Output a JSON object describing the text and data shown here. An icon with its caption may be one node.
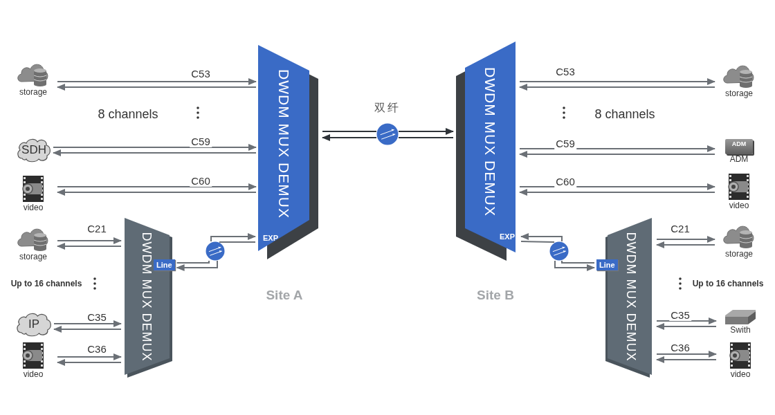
{
  "diagram": {
    "nodes": [
      {
        "text": [
          "DWDM MUX DEMUX"
        ]
      },
      {
        "text": [
          "EXP"
        ],
        "in": 0
      },
      {
        "text": [
          "DWDM MUX DEMUX"
        ]
      },
      {
        "text": [
          "EXP"
        ],
        "in": 2
      },
      {
        "text": [],
        "shape": "circle",
        "beside": [
          "双纤"
        ]
      },
      {
        "text": [
          "storage"
        ]
      },
      {
        "text": [
          "SDH"
        ]
      },
      {
        "text": [
          "video"
        ]
      },
      {
        "text": [
          "DWDM MUX DEMUX"
        ]
      },
      {
        "text": [
          "Line"
        ]
      },
      {
        "text": [],
        "shape": "circle"
      },
      {
        "text": [
          "storage"
        ]
      },
      {
        "text": [
          "IP"
        ]
      },
      {
        "text": [
          "video"
        ]
      },
      {
        "text": [
          "storage"
        ]
      },
      {
        "text": [
          "ADM",
          "ADM"
        ]
      },
      {
        "text": [
          "video"
        ]
      },
      {
        "text": [
          "DWDM MUX DEMUX"
        ]
      },
      {
        "text": [
          "Line"
        ]
      },
      {
        "text": [],
        "shape": "circle"
      },
      {
        "text": [
          "storage"
        ]
      },
      {
        "text": [
          "Swith"
        ]
      },
      {
        "text": [
          "video"
        ]
      }
    ],
    "edges": [
      {
        "from": 5,
        "to": 0,
        "arrow": "to",
        "label": "C53"
      },
      {
        "from": 0,
        "to": 5,
        "arrow": "to"
      },
      {
        "from": 6,
        "to": 0,
        "arrow": "to",
        "label": "C59"
      },
      {
        "from": 0,
        "to": 6,
        "arrow": "to"
      },
      {
        "from": 7,
        "to": 0,
        "arrow": "to",
        "label": "C60"
      },
      {
        "from": 0,
        "to": 7,
        "arrow": "to"
      },
      {
        "from": 11,
        "to": 8,
        "arrow": "to",
        "label": "C21"
      },
      {
        "from": 8,
        "to": 11,
        "arrow": "to"
      },
      {
        "from": 12,
        "to": 8,
        "arrow": "to",
        "label": "C35"
      },
      {
        "from": 8,
        "to": 12,
        "arrow": "to"
      },
      {
        "from": 13,
        "to": 8,
        "arrow": "to",
        "label": "C36"
      },
      {
        "from": 8,
        "to": 13,
        "arrow": "to"
      },
      {
        "from": 10,
        "to": 1,
        "arrow": "to"
      },
      {
        "from": 1,
        "to": 10,
        "arrow": "none"
      },
      {
        "from": 9,
        "to": 10,
        "arrow": "none"
      },
      {
        "from": 10,
        "to": 9,
        "arrow": "to"
      },
      {
        "from": 0,
        "to": 4,
        "arrow": "none",
        "color": "#2e3338"
      },
      {
        "from": 4,
        "to": 2,
        "arrow": "to",
        "color": "#2e3338"
      },
      {
        "from": 2,
        "to": 4,
        "arrow": "none",
        "color": "#2e3338"
      },
      {
        "from": 4,
        "to": 0,
        "arrow": "to",
        "color": "#2e3338"
      },
      {
        "from": 2,
        "to": 14,
        "arrow": "to",
        "label": "C53"
      },
      {
        "from": 14,
        "to": 2,
        "arrow": "to"
      },
      {
        "from": 2,
        "to": 15,
        "arrow": "to",
        "label": "C59"
      },
      {
        "from": 15,
        "to": 2,
        "arrow": "to"
      },
      {
        "from": 2,
        "to": 16,
        "arrow": "to",
        "label": "C60"
      },
      {
        "from": 16,
        "to": 2,
        "arrow": "to"
      },
      {
        "from": 17,
        "to": 20,
        "arrow": "to",
        "label": "C21"
      },
      {
        "from": 20,
        "to": 17,
        "arrow": "to"
      },
      {
        "from": 17,
        "to": 21,
        "arrow": "to",
        "label": "C35"
      },
      {
        "from": 21,
        "to": 17,
        "arrow": "to"
      },
      {
        "from": 17,
        "to": 22,
        "arrow": "to",
        "label": "C36"
      },
      {
        "from": 22,
        "to": 17,
        "arrow": "to"
      },
      {
        "from": 19,
        "to": 3,
        "arrow": "to"
      },
      {
        "from": 3,
        "to": 19,
        "arrow": "none"
      },
      {
        "from": 18,
        "to": 19,
        "arrow": "none"
      },
      {
        "from": 19,
        "to": 18,
        "arrow": "to"
      }
    ],
    "labels": [
      "8 channels",
      "8 channels",
      "Up to 16 channels",
      "Up to 16 channels",
      "Site A",
      "Site B"
    ]
  }
}
